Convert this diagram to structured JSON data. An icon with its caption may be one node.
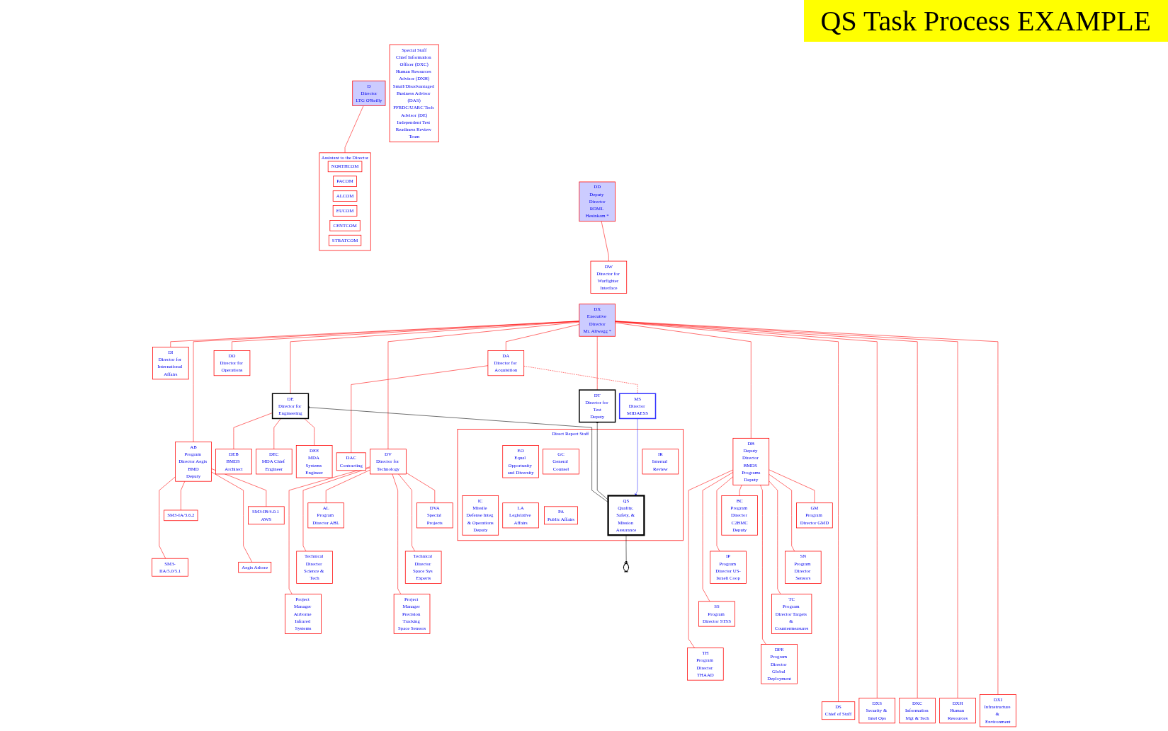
{
  "diagram": {
    "title": "QS Task Process EXAMPLE",
    "nodes": [
      {
        "text": [
          "D",
          "Director",
          "LTG O'Reilly"
        ]
      },
      {
        "text": [
          "DD",
          "Deputy Director",
          "RDML Hesinkam *"
        ]
      },
      {
        "text": [
          "DX",
          "Executive Director",
          "Mr. Altwegg *"
        ]
      },
      {
        "text": [
          "Assistant to the Director"
        ]
      },
      {
        "text": [
          "NORTHCOM"
        ],
        "in": 3
      },
      {
        "text": [
          "PACOM"
        ],
        "in": 3
      },
      {
        "text": [
          "ALCOM"
        ],
        "in": 3
      },
      {
        "text": [
          "EUCOM"
        ],
        "in": 3
      },
      {
        "text": [
          "CENTCOM"
        ],
        "in": 3
      },
      {
        "text": [
          "STRATCOM"
        ],
        "in": 3
      },
      {
        "text": [
          "DW",
          "Director for Warfighter Interface"
        ]
      },
      {
        "text": [
          "DE",
          "Director for Engineering"
        ]
      },
      {
        "text": [
          "DT",
          "Director for Test",
          "Deputy"
        ]
      },
      {
        "text": [
          "DI",
          "Director for International Affairs"
        ]
      },
      {
        "text": [
          "DA",
          "Director for Acquisition"
        ]
      },
      {
        "text": [
          "DO",
          "Director for Operations"
        ]
      },
      {
        "text": [
          "DEB",
          "BMDS Architect"
        ]
      },
      {
        "text": [
          "DEC",
          "MDA Chief Engineer"
        ]
      },
      {
        "text": [
          "DEE",
          "MDA Systems Engineer"
        ]
      },
      {
        "text": [
          "DAC",
          "Contracting"
        ]
      },
      {
        "text": [
          "MS",
          "Director MIDAESS"
        ]
      },
      {
        "text": [
          "Direct Report Staff"
        ]
      },
      {
        "text": [
          "EO",
          "Equal Opportunity and Diversity"
        ],
        "in": 21
      },
      {
        "text": [
          "GC",
          "General Counsel"
        ],
        "in": 21
      },
      {
        "text": [
          "IR",
          "Internal Review"
        ],
        "in": 21
      },
      {
        "text": [
          "IC",
          "Missile Defense Integ & Operations",
          "Deputy"
        ],
        "in": 21
      },
      {
        "text": [
          "LA",
          "Legislative Affairs"
        ],
        "in": 21
      },
      {
        "text": [
          "PA",
          "Public Affairs"
        ],
        "in": 21
      },
      {
        "text": [
          "QS",
          "Quality, Safety, & Mission Assurance"
        ],
        "in": 21
      },
      {
        "text": [
          "Special Staff",
          "Chief Information Officer (DXC)",
          "Human Resources Advisor (DXH)",
          "Small/Disadvantaged Business Advisor (DAS)",
          "FFRDC/UARC Tech Advisor (DE)",
          "Independent Test Readiness Review Team"
        ]
      },
      {
        "text": [
          "AB",
          "Program Director Aegis BMD",
          "Deputy"
        ]
      },
      {
        "text": [
          "DV",
          "Director for Technology"
        ]
      },
      {
        "text": [
          "DB",
          "Deputy Director BMDS Programs",
          "Deputy"
        ]
      },
      {
        "text": [
          "SM3-IA/3.6.2"
        ]
      },
      {
        "text": [
          "SM3-IB/4.0.1 AWS"
        ]
      },
      {
        "text": [
          "SM3-IIA/5.0/5.1"
        ]
      },
      {
        "text": [
          "Aegis Ashore"
        ]
      },
      {
        "text": [
          "AL",
          "Program Director ABL"
        ]
      },
      {
        "text": [
          "DVA",
          "Special Projects"
        ]
      },
      {
        "text": [
          "Technical Director Science & Tech"
        ]
      },
      {
        "text": [
          "Technical Director Space Sys Experts"
        ]
      },
      {
        "text": [
          "Project Manager Airborne Infrared Systems"
        ]
      },
      {
        "text": [
          "Project Manager Precision Tracking Space Sensors"
        ]
      },
      {
        "text": [
          "BC",
          "Program Director C2BMC",
          "Deputy"
        ]
      },
      {
        "text": [
          "GM",
          "Program Director GMD"
        ]
      },
      {
        "text": [
          "IP",
          "Program Director US-Israeli Coop"
        ]
      },
      {
        "text": [
          "SN",
          "Program Director Sensors"
        ]
      },
      {
        "text": [
          "SS",
          "Program Director STSS"
        ]
      },
      {
        "text": [
          "TC",
          "Program Director Targets & Countermeasures"
        ]
      },
      {
        "text": [
          "TH",
          "Program Director THAAD"
        ]
      },
      {
        "text": [
          "DPE",
          "Program Director Global Deployment"
        ]
      },
      {
        "text": [
          "DS",
          "Chief of Staff"
        ]
      },
      {
        "text": [
          "DXS",
          "Security & Intel Ops"
        ]
      },
      {
        "text": [
          "DXC",
          "Information Mgt & Tech"
        ]
      },
      {
        "text": [
          "DXH",
          "Human Resources"
        ]
      },
      {
        "text": [
          "DXI",
          "Infrastructure & Environment"
        ]
      },
      {
        "text": [],
        "shape": "ellipse"
      }
    ],
    "edges": [
      {
        "from": 0,
        "to": 3,
        "arrow": "none"
      },
      {
        "from": 1,
        "to": 10,
        "arrow": "none"
      },
      {
        "from": 2,
        "to": 11,
        "arrow": "none"
      },
      {
        "from": 2,
        "to": 12,
        "arrow": "none"
      },
      {
        "from": 2,
        "to": 13,
        "arrow": "none"
      },
      {
        "from": 2,
        "to": 14,
        "arrow": "none"
      },
      {
        "from": 2,
        "to": 15,
        "arrow": "none"
      },
      {
        "from": 11,
        "to": 16,
        "arrow": "none"
      },
      {
        "from": 11,
        "to": 17,
        "arrow": "none"
      },
      {
        "from": 11,
        "to": 18,
        "arrow": "none"
      },
      {
        "from": 14,
        "to": 19,
        "arrow": "none"
      },
      {
        "from": 14,
        "to": 20,
        "arrow": "none",
        "style": "dashed"
      },
      {
        "from": 2,
        "to": 30,
        "arrow": "none"
      },
      {
        "from": 2,
        "to": 31,
        "arrow": "none"
      },
      {
        "from": 2,
        "to": 32,
        "arrow": "none"
      },
      {
        "from": 30,
        "to": 33,
        "arrow": "none"
      },
      {
        "from": 30,
        "to": 34,
        "arrow": "none"
      },
      {
        "from": 30,
        "to": 35,
        "arrow": "none"
      },
      {
        "from": 30,
        "to": 36,
        "arrow": "none"
      },
      {
        "from": 31,
        "to": 37,
        "arrow": "none"
      },
      {
        "from": 31,
        "to": 38,
        "arrow": "none"
      },
      {
        "from": 31,
        "to": 39,
        "arrow": "none"
      },
      {
        "from": 31,
        "to": 40,
        "arrow": "none"
      },
      {
        "from": 31,
        "to": 41,
        "arrow": "none"
      },
      {
        "from": 31,
        "to": 42,
        "arrow": "none"
      },
      {
        "from": 32,
        "to": 43,
        "arrow": "none"
      },
      {
        "from": 32,
        "to": 44,
        "arrow": "none"
      },
      {
        "from": 32,
        "to": 45,
        "arrow": "none"
      },
      {
        "from": 32,
        "to": 46,
        "arrow": "none"
      },
      {
        "from": 32,
        "to": 47,
        "arrow": "none"
      },
      {
        "from": 32,
        "to": 48,
        "arrow": "none"
      },
      {
        "from": 32,
        "to": 49,
        "arrow": "none"
      },
      {
        "from": 32,
        "to": 50,
        "arrow": "none"
      },
      {
        "from": 2,
        "to": 51,
        "arrow": "none"
      },
      {
        "from": 2,
        "to": 52,
        "arrow": "none"
      },
      {
        "from": 2,
        "to": 53,
        "arrow": "none"
      },
      {
        "from": 2,
        "to": 54,
        "arrow": "none"
      },
      {
        "from": 2,
        "to": 55,
        "arrow": "none"
      },
      {
        "from": 28,
        "to": 11,
        "arrow": "to",
        "color": "#000000"
      },
      {
        "from": 28,
        "to": 12,
        "arrow": "to",
        "color": "#000000"
      },
      {
        "from": 28,
        "to": 56,
        "arrow": "to",
        "color": "#000000"
      },
      {
        "from": 20,
        "to": 28,
        "arrow": "to",
        "color": "#3333ff"
      }
    ]
  }
}
